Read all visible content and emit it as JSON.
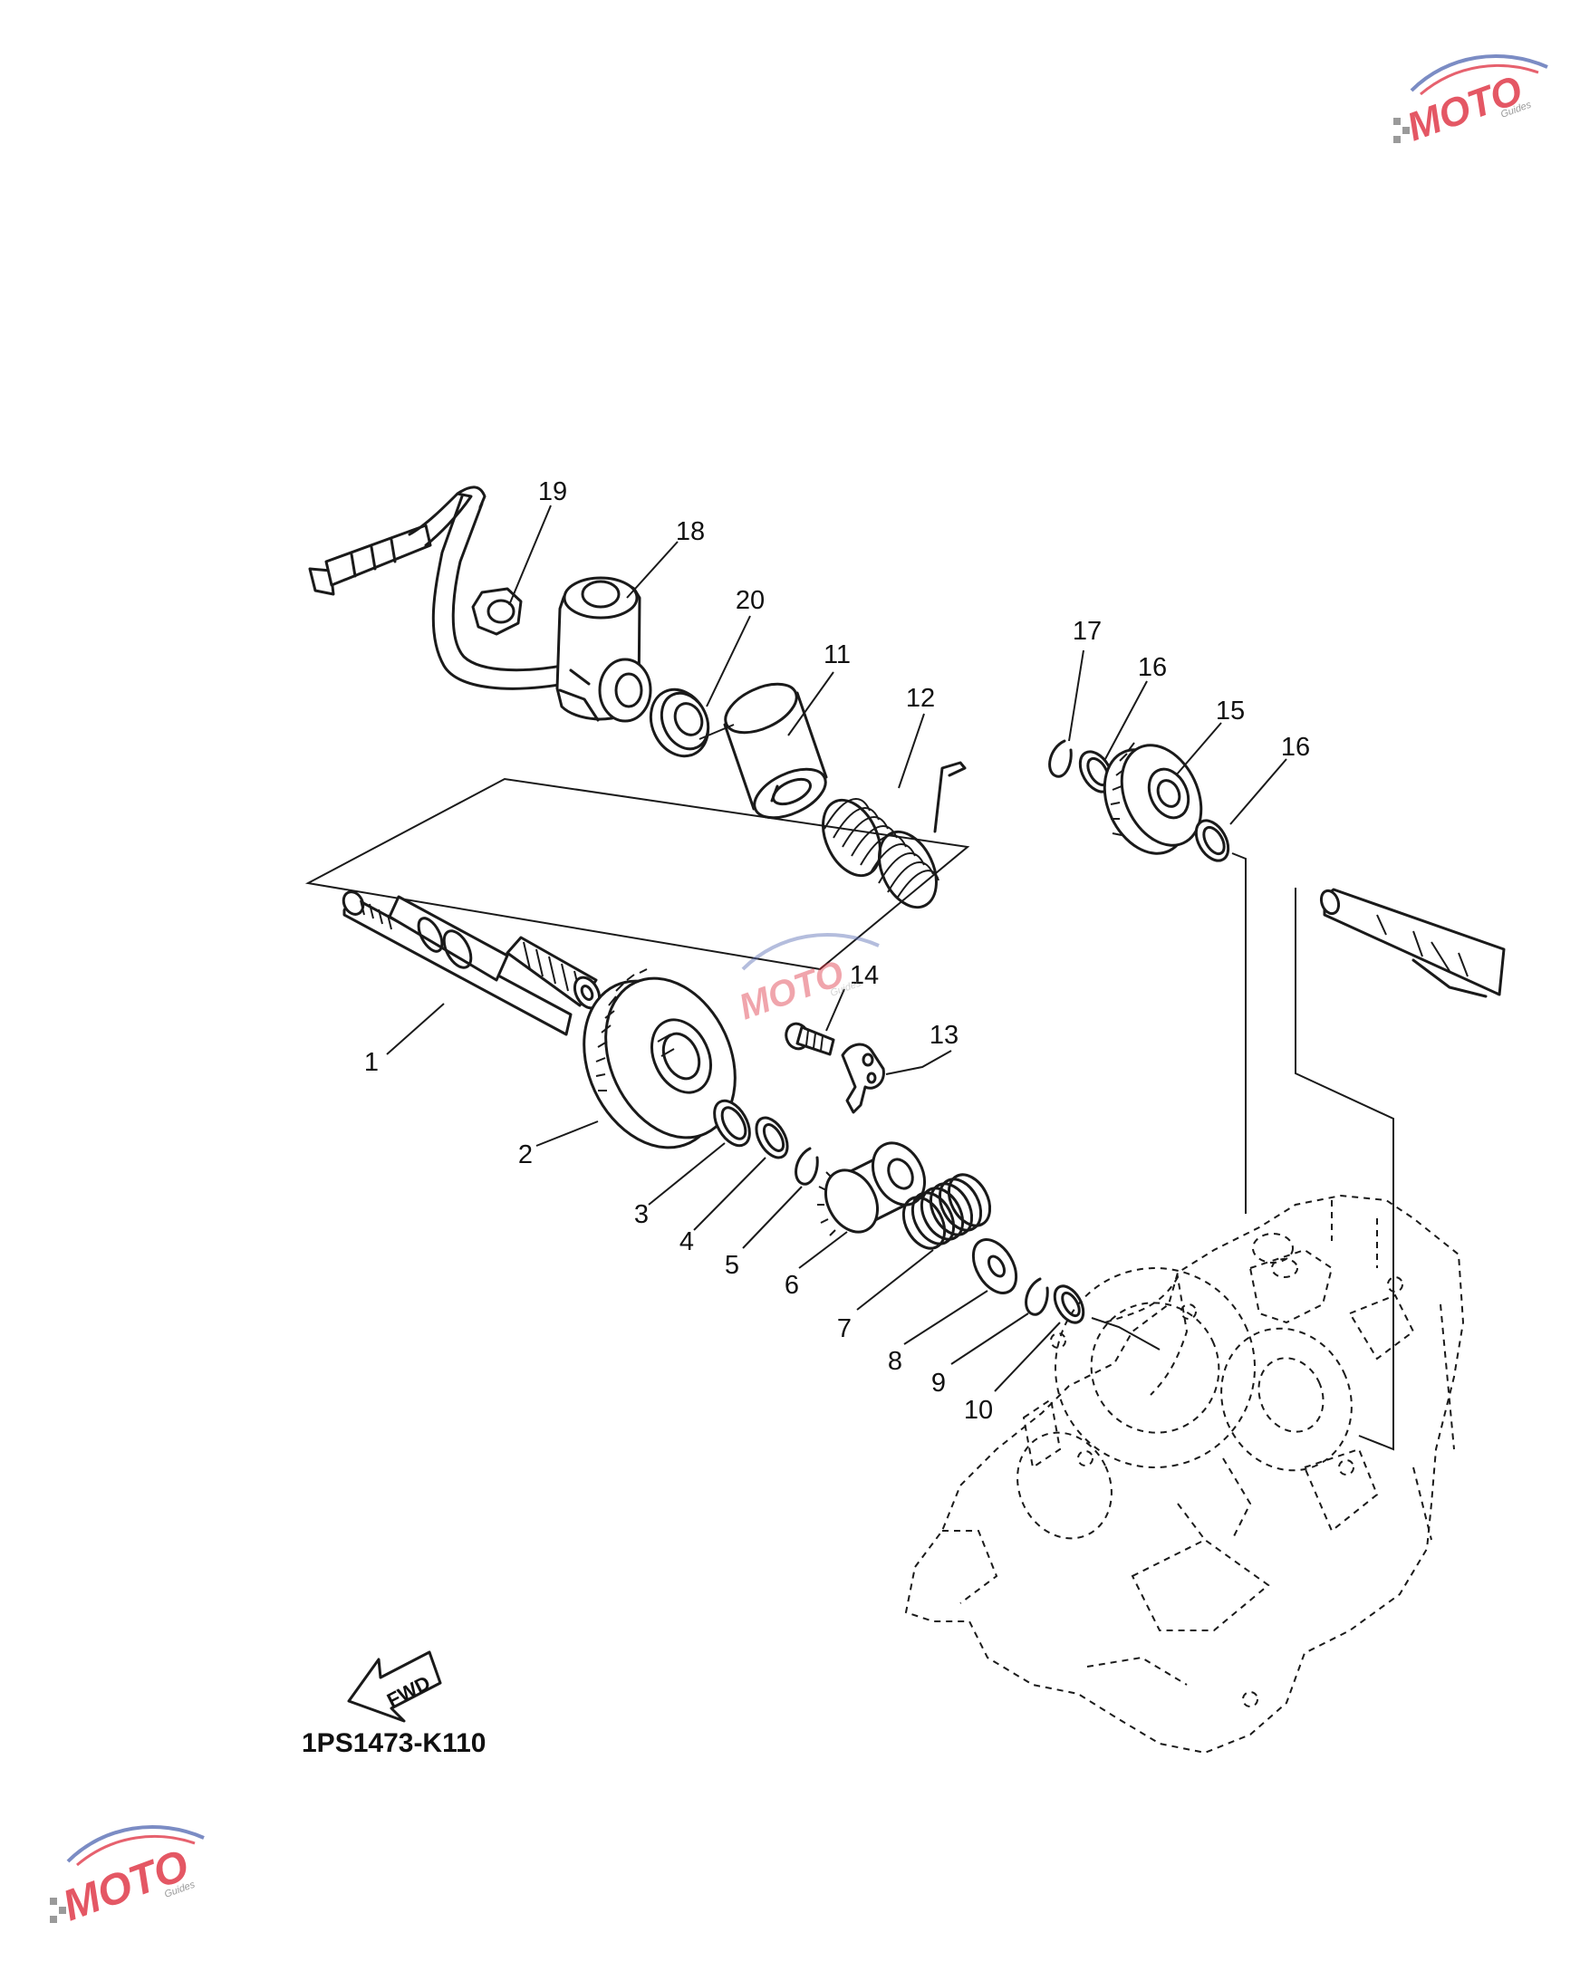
{
  "diagram": {
    "code": "1PS1473-K110",
    "fwd_label": "FWD",
    "callouts": [
      "1",
      "2",
      "3",
      "4",
      "5",
      "6",
      "7",
      "8",
      "9",
      "10",
      "11",
      "12",
      "13",
      "14",
      "15",
      "16",
      "16",
      "17",
      "18",
      "19",
      "20"
    ]
  },
  "watermark": {
    "logo_text": "MOTO",
    "sub_text": "Guides",
    "colors": {
      "red": "#e03a4a",
      "blue": "#5a6fb5",
      "grey": "#9a9a9a"
    }
  }
}
